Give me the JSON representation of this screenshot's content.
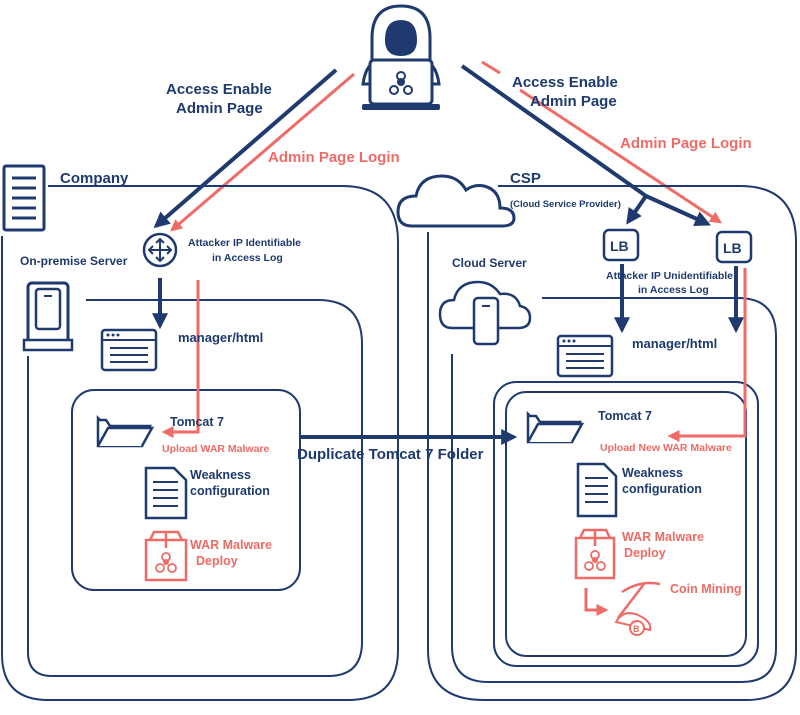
{
  "colors": {
    "navy": "#1e3a6e",
    "red": "#ee6b66",
    "white": "#ffffff"
  },
  "attacker": {
    "icon": "hooded-hacker-laptop-icon",
    "left_path_blue": "Access Enable",
    "left_path_blue_2": "Admin Page",
    "left_path_red": "Admin Page Login",
    "right_path_blue": "Access Enable",
    "right_path_blue_2": "Admin Page",
    "right_path_red": "Admin Page Login"
  },
  "company": {
    "icon": "office-building-icon",
    "title": "Company",
    "router_icon": "router-icon",
    "router_note_1": "Attacker IP Identifiable",
    "router_note_2": "in Access Log",
    "server_label": "On-premise Server",
    "server_icon": "server-icon",
    "page_icon": "browser-window-icon",
    "page_label": "manager/html",
    "tomcat_icon": "folder-icon",
    "tomcat_label": "Tomcat 7",
    "upload_label": "Upload WAR Malware",
    "weak_icon": "document-icon",
    "weak_label_1": "Weakness",
    "weak_label_2": "configuration",
    "malware_icon": "biohazard-box-icon",
    "malware_label_1": "WAR Malware",
    "malware_label_2": "Deploy"
  },
  "duplicate_label": "Duplicate Tomcat 7 Folder",
  "csp": {
    "icon": "cloud-icon",
    "title": "CSP",
    "subtitle": "(Cloud Service Provider)",
    "lb_label": "LB",
    "lb_note_1": "Attacker IP Unidentifiable",
    "lb_note_2": "in Access Log",
    "server_label": "Cloud Server",
    "server_icon": "cloud-server-icon",
    "page_icon": "browser-window-icon",
    "page_label": "manager/html",
    "tomcat_icon": "folder-icon",
    "tomcat_label": "Tomcat 7",
    "upload_label": "Upload New WAR Malware",
    "weak_icon": "document-icon",
    "weak_label_1": "Weakness",
    "weak_label_2": "configuration",
    "malware_icon": "biohazard-box-icon",
    "malware_label_1": "WAR Malware",
    "malware_label_2": "Deploy",
    "mining_icon": "pickaxe-bitcoin-icon",
    "mining_label": "Coin Mining",
    "coin_symbol": "B"
  }
}
